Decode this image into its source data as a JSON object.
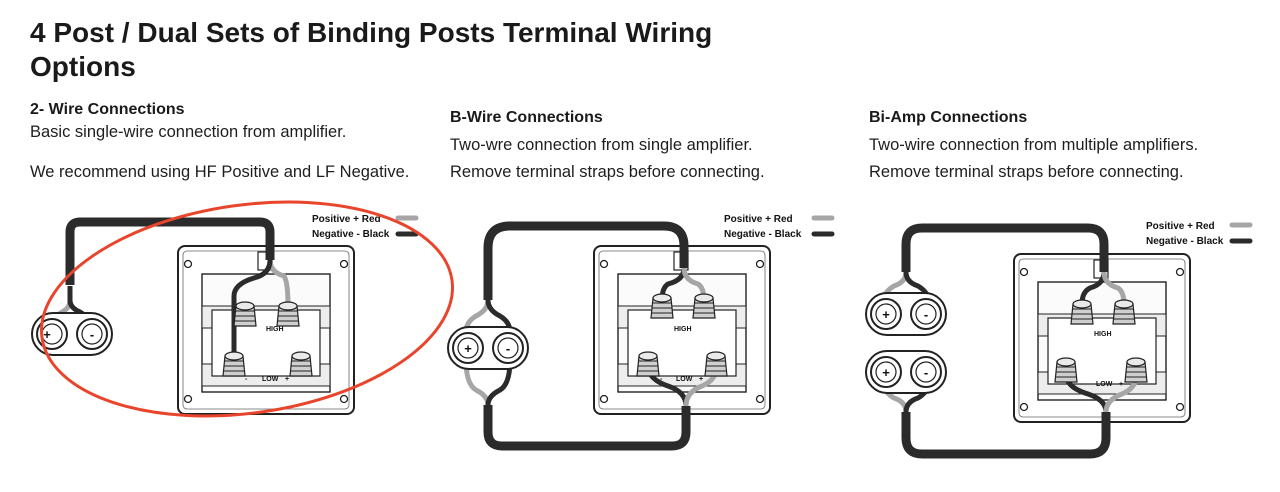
{
  "title": "4 Post / Dual Sets of Binding Posts Terminal Wiring Options",
  "sections": [
    {
      "heading": "2- Wire Connections",
      "lines": [
        "Basic single-wire connection from amplifier.",
        "We recommend using HF Positive and LF Negative."
      ]
    },
    {
      "heading": "B-Wire Connections",
      "lines": [
        "Two-wre connection from single amplifier.",
        "Remove terminal straps before connecting."
      ]
    },
    {
      "heading": "Bi-Amp Connections",
      "lines": [
        "Two-wire connection from multiple amplifiers.",
        "Remove terminal straps before connecting."
      ]
    }
  ],
  "legend": {
    "positive": "Positive + Red",
    "negative": "Negative - Black"
  },
  "terminal_labels": {
    "high": "HIGH",
    "low": "LOW",
    "plus": "+",
    "minus": "-"
  },
  "colors": {
    "positive_wire": "#a6a6a6",
    "negative_wire": "#2b2b2b",
    "highlight": "#e8452c"
  }
}
